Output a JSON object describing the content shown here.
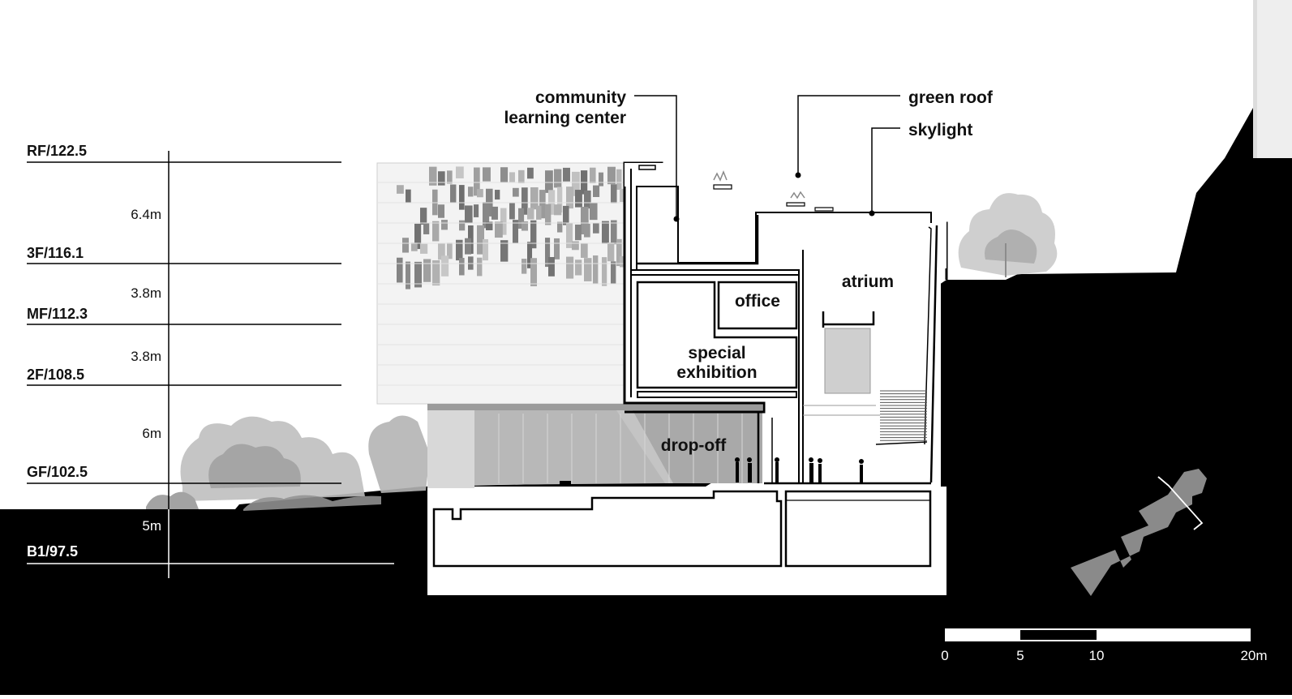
{
  "levels": {
    "rf": "RF/122.5",
    "f3": "3F/116.1",
    "mf": "MF/112.3",
    "f2": "2F/108.5",
    "gf": "GF/102.5",
    "b1": "B1/97.5"
  },
  "heights": {
    "rf_3f": "6.4m",
    "f3_mf": "3.8m",
    "mf_2f": "3.8m",
    "f2_gf": "6m",
    "gf_b1": "5m"
  },
  "callouts": {
    "community_line1": "community",
    "community_line2": "learning center",
    "green_roof": "green roof",
    "skylight": "skylight"
  },
  "rooms": {
    "office": "office",
    "special_line1": "special",
    "special_line2": "exhibition",
    "atrium": "atrium",
    "dropoff": "drop-off"
  },
  "scale_bar": {
    "t0": "0",
    "t5": "5",
    "t10": "10",
    "t20": "20m"
  },
  "colors": {
    "ground": "#000000",
    "background": "#ffffff",
    "facade": "#f2f2f2",
    "site_plan": "#8a8a8a"
  }
}
